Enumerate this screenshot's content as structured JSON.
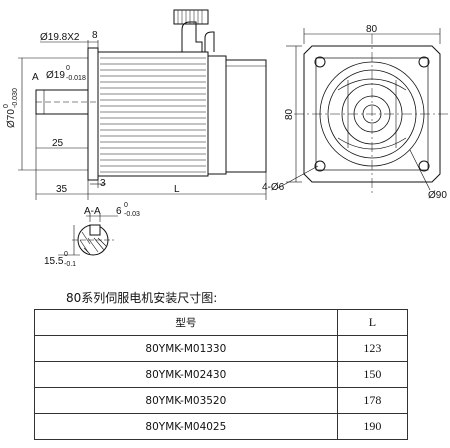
{
  "dimensions": {
    "d19_8x2": "Ø19.8X2",
    "len8": "8",
    "d19_main": "Ø19",
    "d19_sup": "0",
    "d19_sub": "-0.018",
    "label_a": "A",
    "d70_main": "Ø70",
    "d70_sup": "0",
    "d70_sub": "-0.030",
    "len25": "25",
    "len3": "3",
    "len35": "35",
    "len_l": "L",
    "w80_top": "80",
    "h80_side": "80",
    "holes": "4-Ø6",
    "d90": "Ø90",
    "section": "A-A",
    "key6_main": "6",
    "key6_sup": "0",
    "key6_sub": "-0.03",
    "key15_main": "15.5",
    "key15_sup": "0",
    "key15_sub": "-0.1"
  },
  "caption": "80系列伺服电机安装尺寸图:",
  "table": {
    "headers": [
      "型号",
      "L"
    ],
    "rows": [
      {
        "model": "80YMK-M01330",
        "l": "123"
      },
      {
        "model": "80YMK-M02430",
        "l": "150"
      },
      {
        "model": "80YMK-M03520",
        "l": "178"
      },
      {
        "model": "80YMK-M04025",
        "l": "190"
      }
    ]
  }
}
